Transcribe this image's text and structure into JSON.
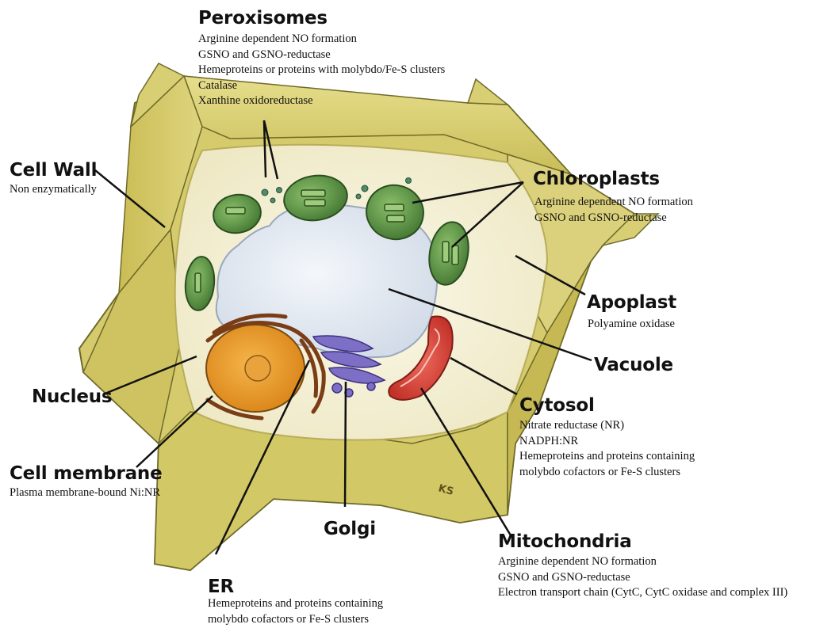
{
  "labels": {
    "peroxisomes": {
      "title": "Peroxisomes",
      "items": [
        "Arginine dependent NO formation",
        "GSNO and GSNO-reductase",
        "Hemeproteins or proteins with molybdo/Fe-S clusters",
        "Catalase",
        "Xanthine oxidoreductase"
      ]
    },
    "cell_wall": {
      "title": "Cell Wall",
      "items": [
        "Non enzymatically"
      ]
    },
    "chloroplasts": {
      "title": "Chloroplasts",
      "items": [
        "Arginine dependent NO formation",
        "GSNO and GSNO-reductase"
      ]
    },
    "apoplast": {
      "title": "Apoplast",
      "items": [
        "Polyamine oxidase"
      ]
    },
    "vacuole": {
      "title": "Vacuole",
      "items": []
    },
    "nucleus": {
      "title": "Nucleus",
      "items": []
    },
    "cytosol": {
      "title": "Cytosol",
      "items": [
        "Nitrate reductase (NR)",
        "NADPH:NR",
        "Hemeproteins and proteins containing",
        "molybdo cofactors or Fe-S clusters"
      ]
    },
    "cell_membrane": {
      "title": "Cell membrane",
      "items": [
        "Plasma membrane-bound Ni:NR"
      ]
    },
    "golgi": {
      "title": "Golgi",
      "items": []
    },
    "mitochondria": {
      "title": "Mitochondria",
      "items": [
        "Arginine dependent NO formation",
        "GSNO and GSNO-reductase",
        "Electron transport chain (CytC, CytC oxidase and complex III)"
      ]
    },
    "er": {
      "title": "ER",
      "items": [
        "Hemeproteins and proteins containing",
        "molybdo cofactors or Fe-S clusters"
      ]
    }
  },
  "signature": "KS",
  "colors": {
    "cell_wall": "#d8cf74",
    "cytoplasm": "#f4f0d2",
    "vacuole": "#e6edf4",
    "chloroplast": "#4f8a3c",
    "nucleus": "#e79a2c",
    "er": "#8b4a1e",
    "golgi": "#7b6cc0",
    "mitochondrion": "#d8403a"
  }
}
